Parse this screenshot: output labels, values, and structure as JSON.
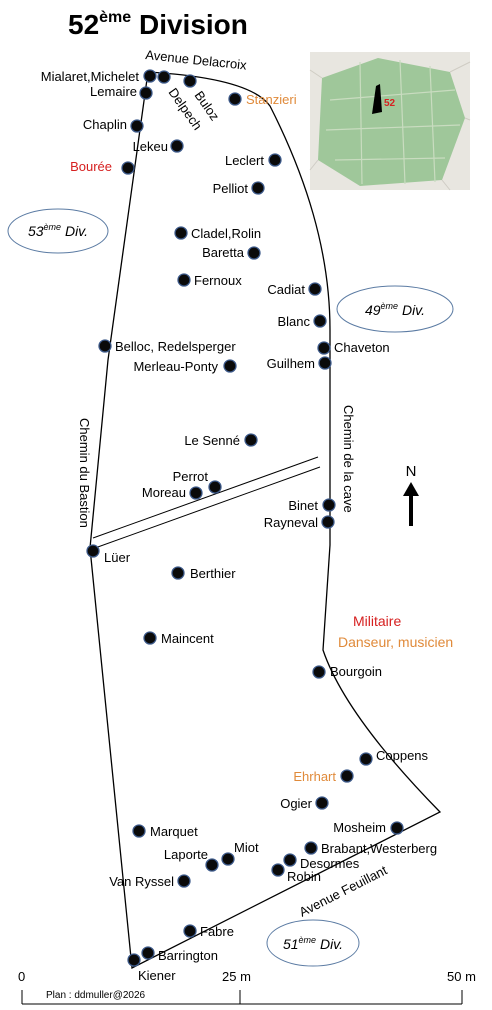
{
  "title": {
    "main": "52",
    "sup": "ème",
    "rest": " Division"
  },
  "neighbors": [
    {
      "main": "53",
      "sup": "ème",
      "rest": " Div."
    },
    {
      "main": "49",
      "sup": "ème",
      "rest": " Div."
    },
    {
      "main": "51",
      "sup": "ème",
      "rest": " Div."
    }
  ],
  "streets": {
    "avenue_delacroix": "Avenue Delacroix",
    "chemin_bastion": "Chemin du Bastion",
    "chemin_cave": "Chemin de la cave",
    "avenue_feuillant": "Avenue Feuillant"
  },
  "graves": [
    {
      "name": "Mialaret,Michelet",
      "color": "black"
    },
    {
      "name": "Lemaire",
      "color": "black"
    },
    {
      "name": "Buloz",
      "color": "black"
    },
    {
      "name": "Delpech",
      "color": "black"
    },
    {
      "name": "Stanzieri",
      "color": "orange"
    },
    {
      "name": "Chaplin",
      "color": "black"
    },
    {
      "name": "Lekeu",
      "color": "black"
    },
    {
      "name": "Bourée",
      "color": "red"
    },
    {
      "name": "Leclert",
      "color": "black"
    },
    {
      "name": "Pelliot",
      "color": "black"
    },
    {
      "name": "Cladel,Rolin",
      "color": "black"
    },
    {
      "name": "Baretta",
      "color": "black"
    },
    {
      "name": "Fernoux",
      "color": "black"
    },
    {
      "name": "Cadiat",
      "color": "black"
    },
    {
      "name": "Blanc",
      "color": "black"
    },
    {
      "name": "Belloc, Redelsperger",
      "color": "black"
    },
    {
      "name": "Chaveton",
      "color": "black"
    },
    {
      "name": "Merleau-Ponty",
      "color": "black"
    },
    {
      "name": "Guilhem",
      "color": "black"
    },
    {
      "name": "Le Senné",
      "color": "black"
    },
    {
      "name": "Perrot",
      "color": "black"
    },
    {
      "name": "Moreau",
      "color": "black"
    },
    {
      "name": "Binet",
      "color": "black"
    },
    {
      "name": "Rayneval",
      "color": "black"
    },
    {
      "name": "Lüer",
      "color": "black"
    },
    {
      "name": "Berthier",
      "color": "black"
    },
    {
      "name": "Maincent",
      "color": "black"
    },
    {
      "name": "Bourgoin",
      "color": "black"
    },
    {
      "name": "Coppens",
      "color": "black"
    },
    {
      "name": "Ehrhart",
      "color": "orange"
    },
    {
      "name": "Ogier",
      "color": "black"
    },
    {
      "name": "Mosheim",
      "color": "black"
    },
    {
      "name": "Marquet",
      "color": "black"
    },
    {
      "name": "Miot",
      "color": "black"
    },
    {
      "name": "Laporte",
      "color": "black"
    },
    {
      "name": "Brabant,Westerberg",
      "color": "black"
    },
    {
      "name": "Desormes",
      "color": "black"
    },
    {
      "name": "Robin",
      "color": "black"
    },
    {
      "name": "Van Ryssel",
      "color": "black"
    },
    {
      "name": "Fabre",
      "color": "black"
    },
    {
      "name": "Barrington",
      "color": "black"
    },
    {
      "name": "Kiener",
      "color": "black"
    }
  ],
  "legend": {
    "military": "Militaire",
    "artist": "Danseur, musicien"
  },
  "compass": "N",
  "scale": {
    "zero": "0",
    "mid": "25 m",
    "end": "50 m"
  },
  "credit": "Plan : ddmuller@2026",
  "inset_label": "52",
  "colors": {
    "military": "#d62020",
    "artist": "#e08a3a",
    "dot_outline": "#3d5a8a",
    "park_green": "#9fc79a",
    "oval_border": "#5b7ba3"
  }
}
